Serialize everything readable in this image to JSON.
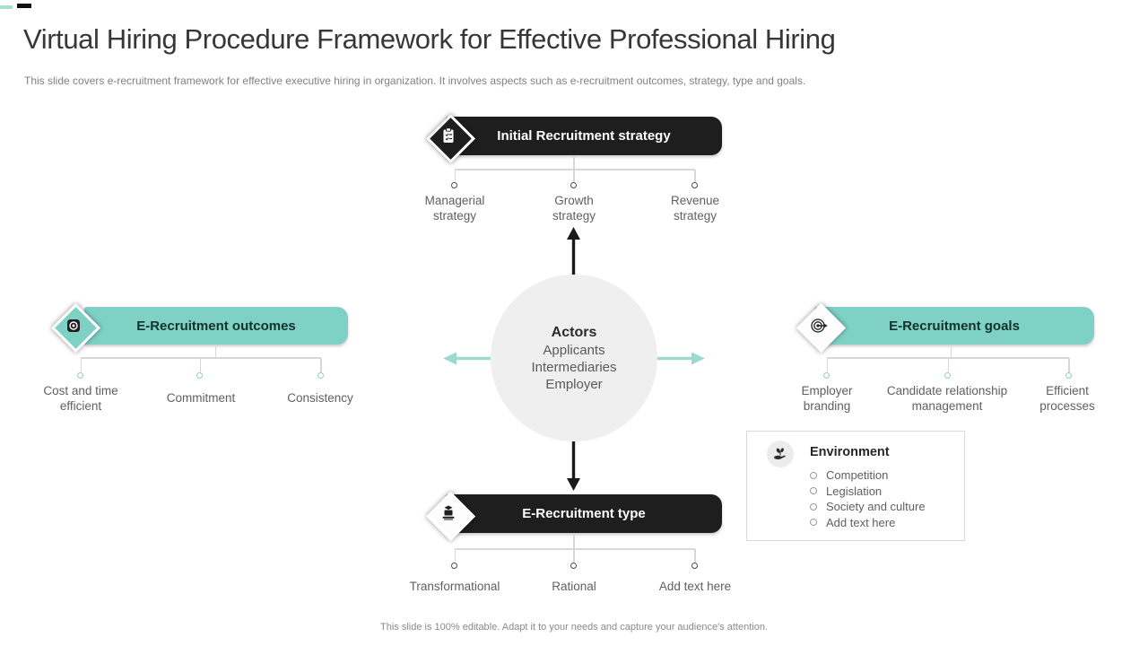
{
  "slide": {
    "title": "Virtual Hiring Procedure Framework for Effective Professional Hiring",
    "subtitle": "This slide covers e-recruitment framework for effective executive hiring in organization. It involves aspects such as e-recruitment outcomes, strategy, type and goals.",
    "footer": "This slide is 100% editable. Adapt it to your needs and capture your audience's attention."
  },
  "center_circle": {
    "heading": "Actors",
    "lines": [
      "Applicants",
      "Intermediaries",
      "Employer"
    ]
  },
  "branches": {
    "top": {
      "title": "Initial Recruitment strategy",
      "theme": "dark",
      "icon": "clipboard-checklist-icon",
      "items": [
        "Managerial strategy",
        "Growth strategy",
        "Revenue strategy"
      ]
    },
    "left": {
      "title": "E-Recruitment outcomes",
      "theme": "teal",
      "icon": "lens-target-icon",
      "items": [
        "Cost and time efficient",
        "Commitment",
        "Consistency"
      ]
    },
    "right": {
      "title": "E-Recruitment goals",
      "theme": "teal",
      "icon": "goal-target-arrow-icon",
      "items": [
        "Employer branding",
        "Candidate relationship management",
        "Efficient processes"
      ]
    },
    "bottom": {
      "title": "E-Recruitment type",
      "theme": "dark",
      "icon": "e-learning-icon",
      "items": [
        "Transformational",
        "Rational",
        "Add text here"
      ]
    }
  },
  "environment_box": {
    "title": "Environment",
    "icon": "hand-plant-icon",
    "items": [
      "Competition",
      "Legislation",
      "Society and culture",
      "Add text here"
    ]
  },
  "colors": {
    "teal": "#7FD1C6",
    "teal_arrow": "#9ADACF",
    "dark": "#1E1E1E",
    "connector": "#D7D7D7",
    "node_dark": "#4A4A4A",
    "node_teal": "#8FD0C6",
    "center_circle_fill": "#EFEFEF",
    "text_secondary": "#5F5F5F",
    "text_muted": "#818181"
  }
}
